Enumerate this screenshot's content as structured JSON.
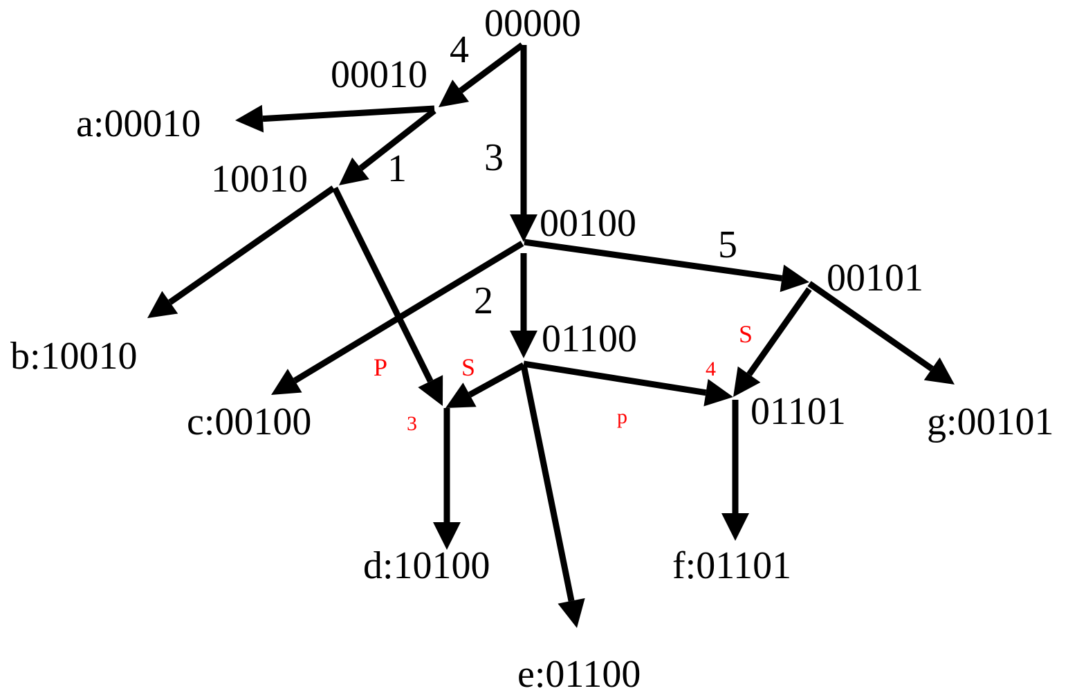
{
  "nodes": [
    {
      "id": "n00000",
      "label": "00000"
    },
    {
      "id": "n00010",
      "label": "00010"
    },
    {
      "id": "a",
      "label": "a:00010"
    },
    {
      "id": "n10010",
      "label": "10010"
    },
    {
      "id": "b",
      "label": "b:10010"
    },
    {
      "id": "n00100",
      "label": "00100"
    },
    {
      "id": "c",
      "label": "c:00100"
    },
    {
      "id": "n00101",
      "label": "00101"
    },
    {
      "id": "g",
      "label": "g:00101"
    },
    {
      "id": "n01100",
      "label": "01100"
    },
    {
      "id": "d",
      "label": "d:10100"
    },
    {
      "id": "e",
      "label": "e:01100"
    },
    {
      "id": "n01101",
      "label": "01101"
    },
    {
      "id": "f",
      "label": "f:01101"
    }
  ],
  "edge_labels": [
    {
      "id": "bit4",
      "text": "4"
    },
    {
      "id": "bit3",
      "text": "3"
    },
    {
      "id": "bit1",
      "text": "1"
    },
    {
      "id": "bit2",
      "text": "2"
    },
    {
      "id": "bit5",
      "text": "5"
    }
  ],
  "red_labels": [
    {
      "id": "P1",
      "text": "P"
    },
    {
      "id": "S1",
      "text": "S"
    },
    {
      "id": "r3",
      "text": "3"
    },
    {
      "id": "p2",
      "text": "p"
    },
    {
      "id": "r4",
      "text": "4"
    },
    {
      "id": "S2",
      "text": "S"
    }
  ],
  "colors": {
    "edge": "#000000",
    "annotation": "#ff0000"
  }
}
